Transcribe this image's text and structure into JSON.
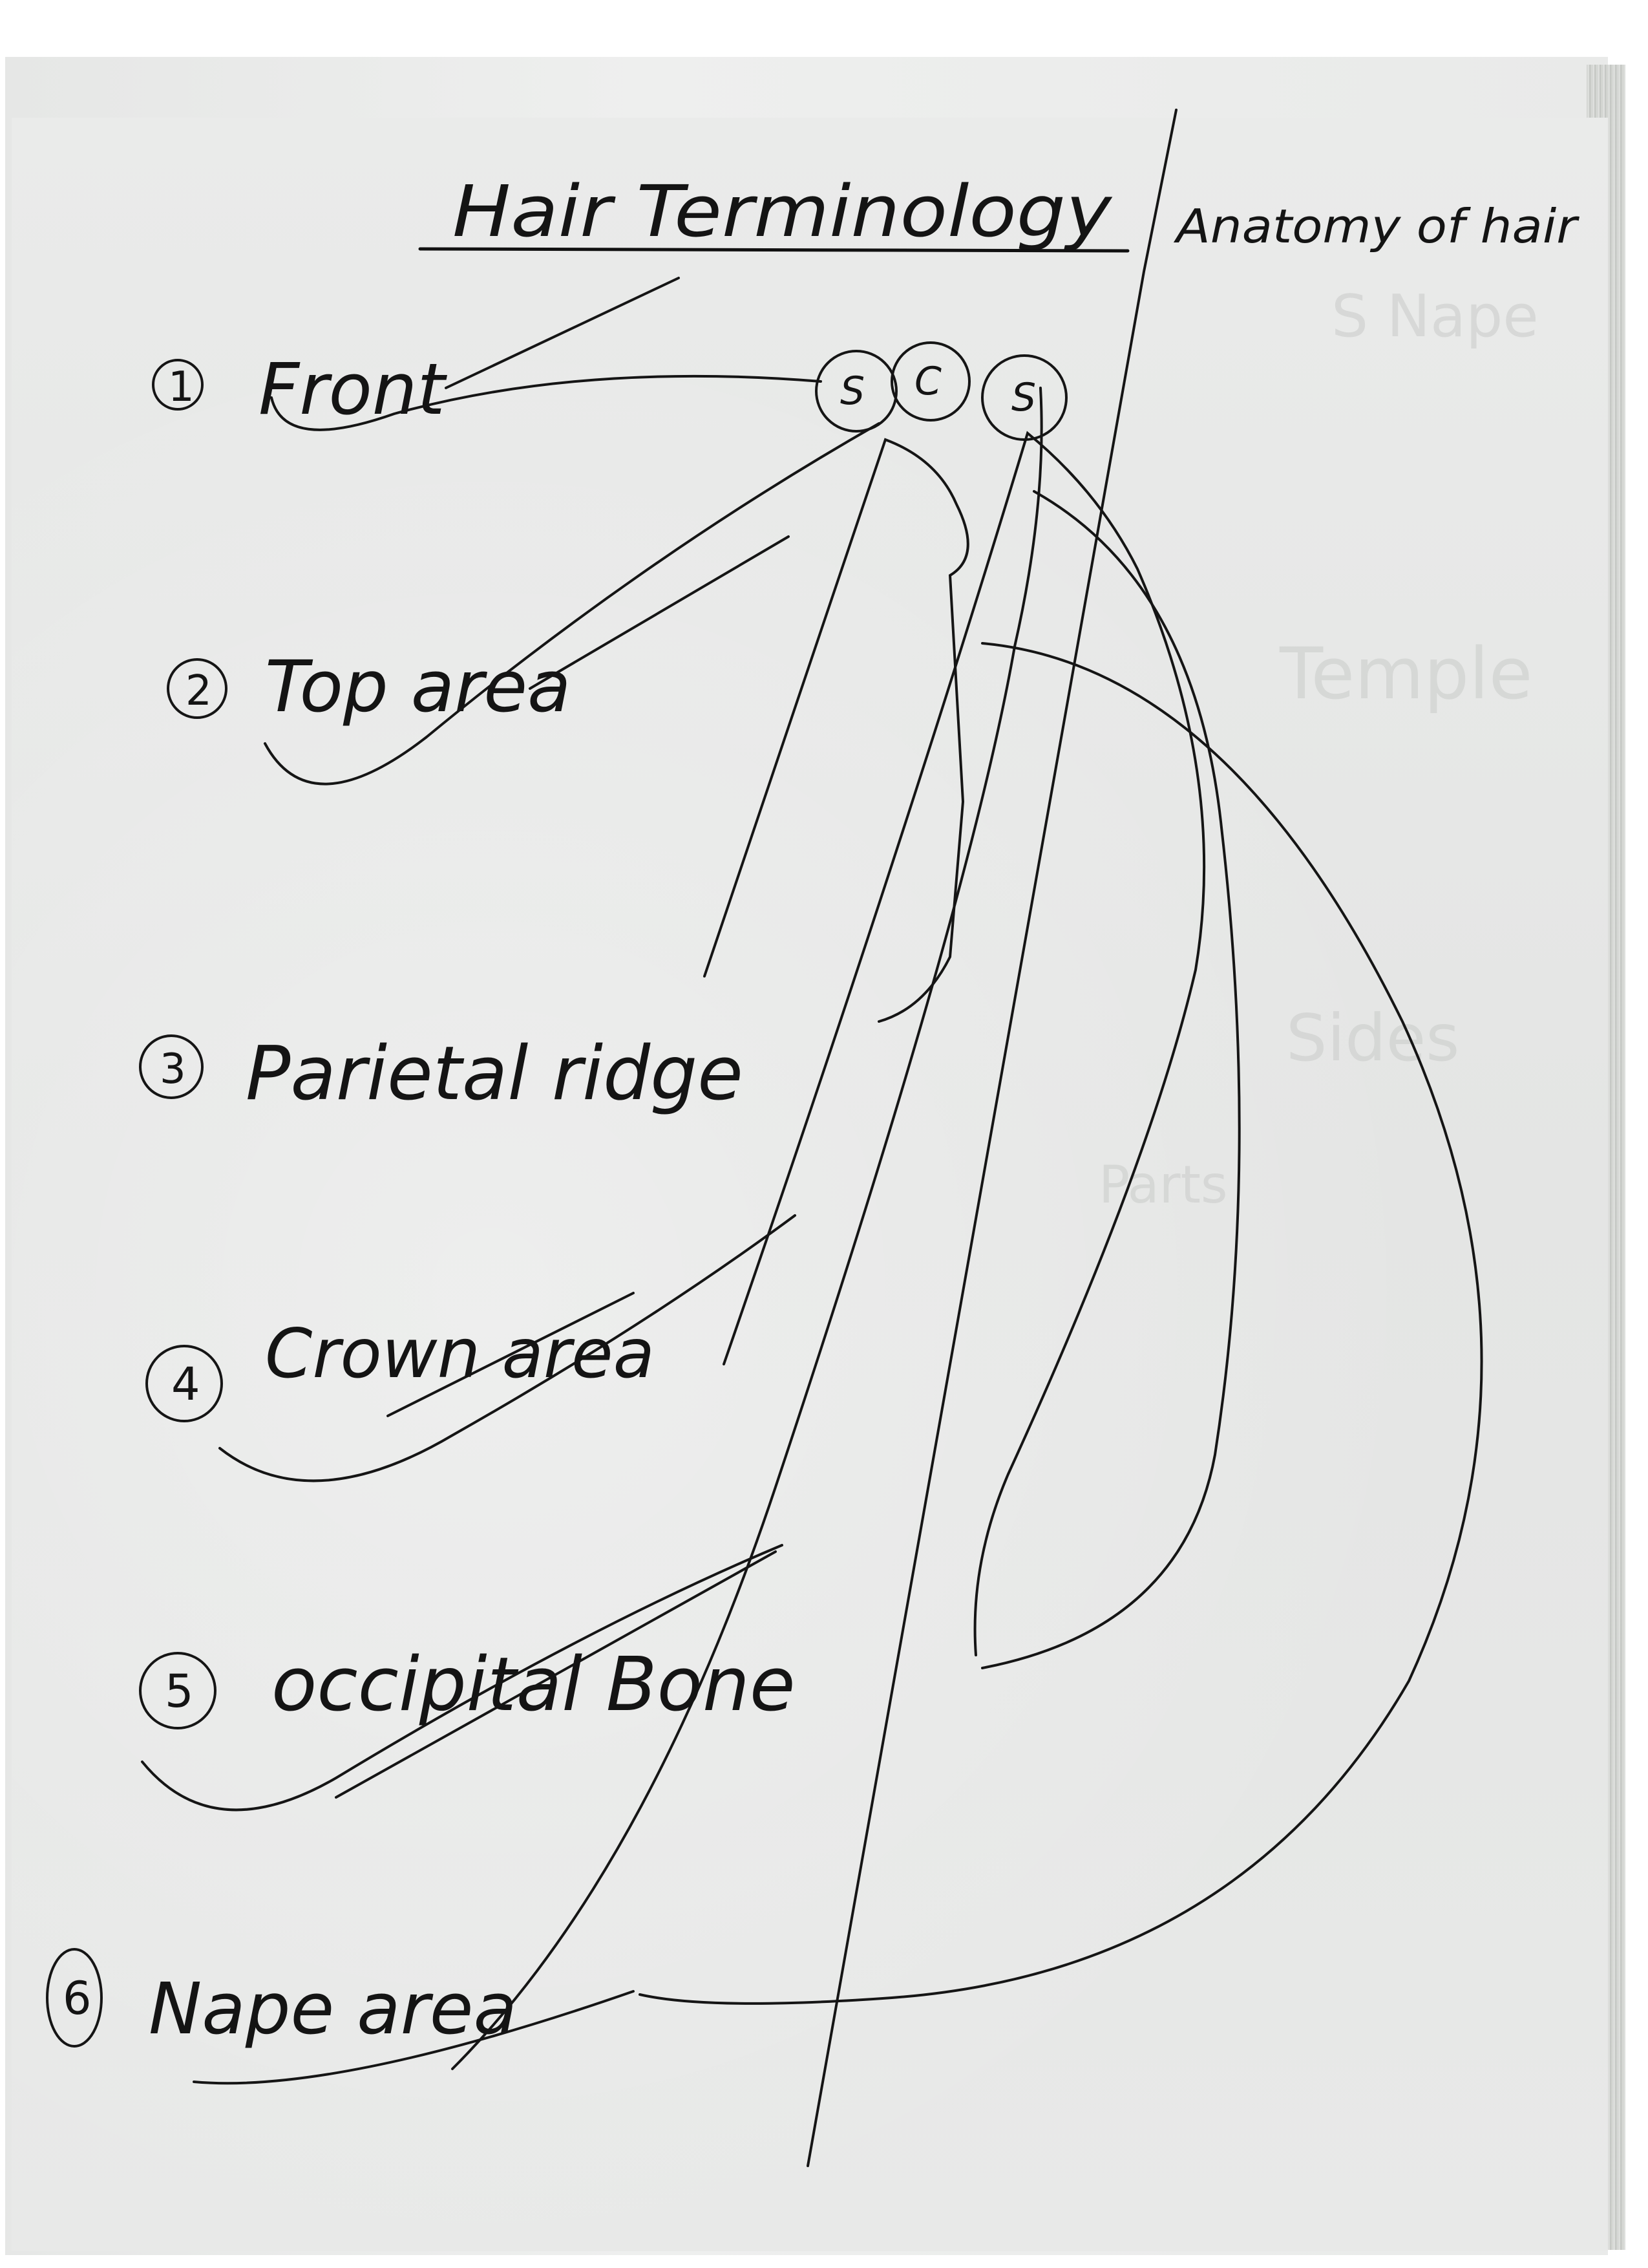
{
  "title": "Hair Terminology",
  "subtitle": "Anatomy of hair",
  "items": [
    {
      "number": "1",
      "label": "Front"
    },
    {
      "number": "2",
      "label": "Top area"
    },
    {
      "number": "3",
      "label": "Parietal ridge"
    },
    {
      "number": "4",
      "label": "Crown area"
    },
    {
      "number": "5",
      "label": "occipital Bone"
    },
    {
      "number": "6",
      "label": "Nape area"
    }
  ],
  "circle_marks": [
    "S",
    "C",
    "S"
  ],
  "colors": {
    "ink": "#111111",
    "paper": "#e6e7e6"
  }
}
